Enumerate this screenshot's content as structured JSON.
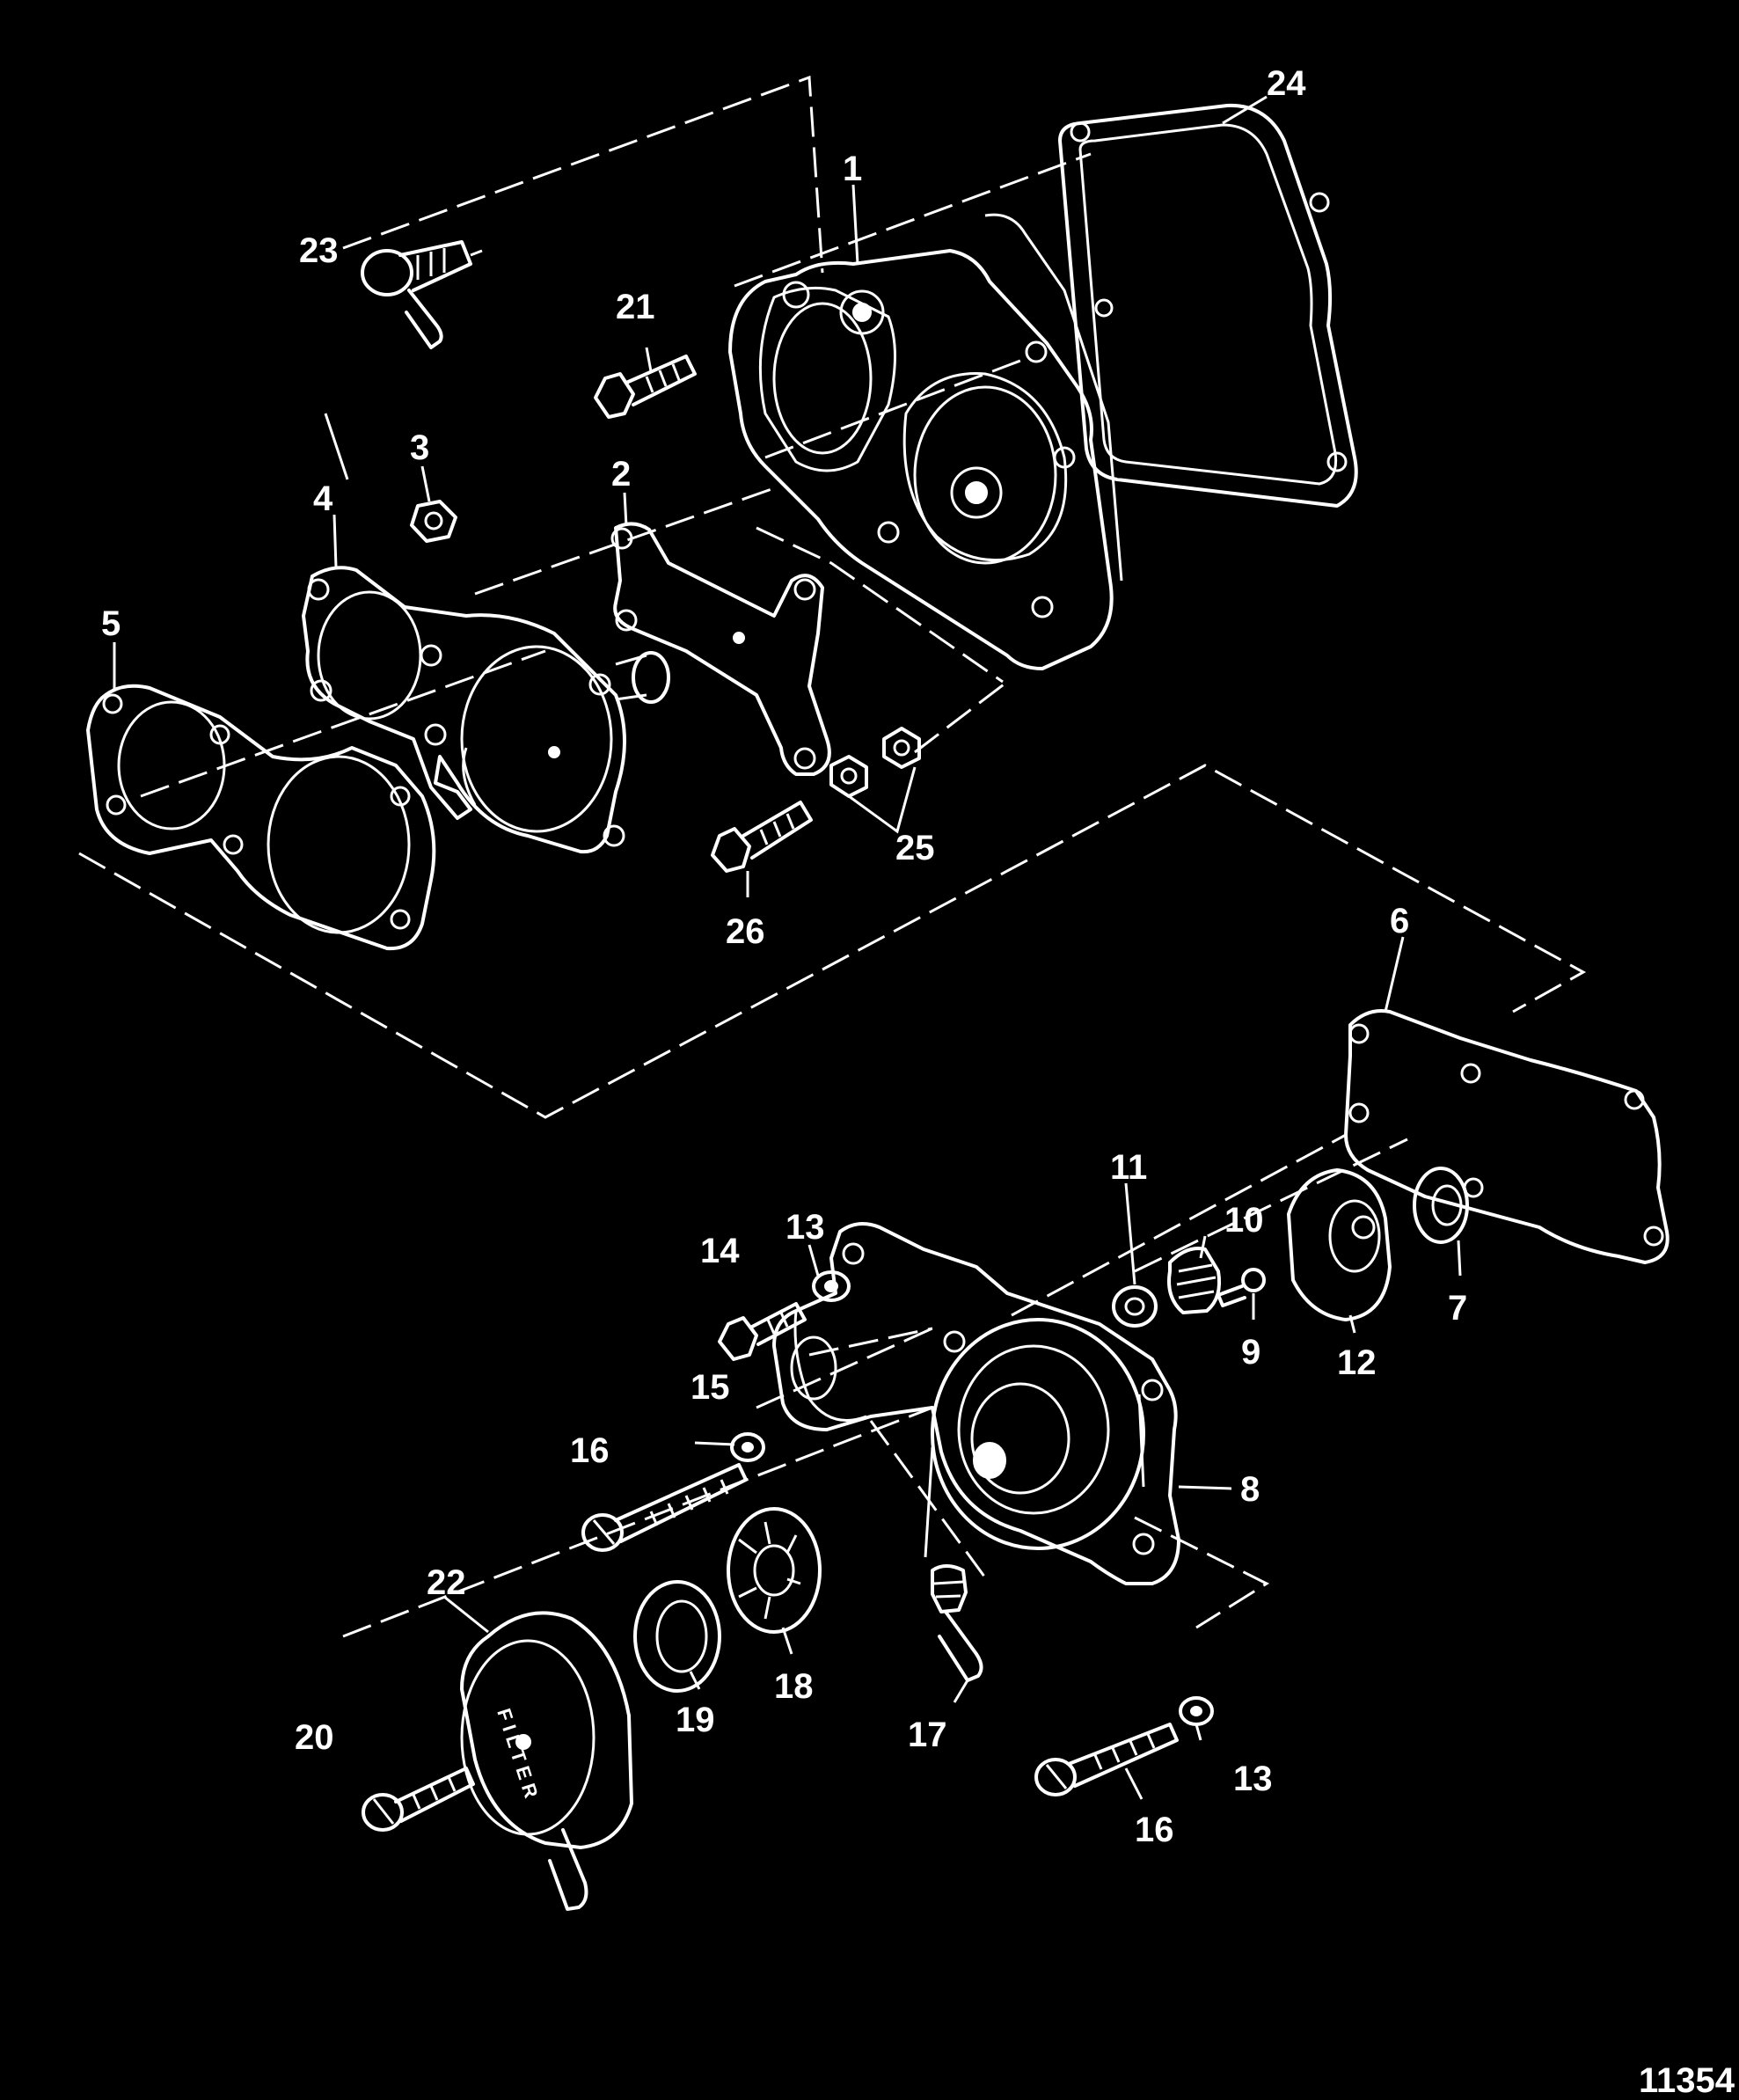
{
  "figure_number": "11354",
  "filter_label": "FILTER",
  "callouts": [
    "1",
    "2",
    "3",
    "4",
    "5",
    "6",
    "7",
    "8",
    "9",
    "10",
    "11",
    "12",
    "13",
    "13",
    "14",
    "15",
    "16",
    "16",
    "17",
    "18",
    "19",
    "20",
    "21",
    "22",
    "23",
    "24",
    "25",
    "26"
  ],
  "colors": {
    "background": "#000000",
    "linework": "#ffffff"
  }
}
